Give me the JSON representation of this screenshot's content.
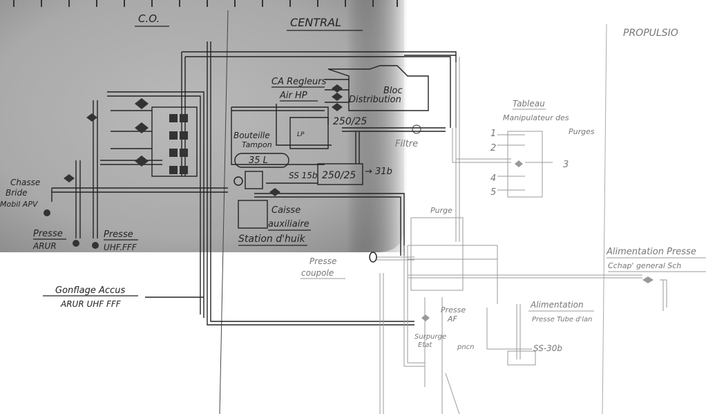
{
  "sections": {
    "co": "C.O.",
    "central": "CENTRAL",
    "propulsion": "PROPULSIO"
  },
  "labels": {
    "chasse": [
      "Chasse",
      "Bride",
      "Mobil APV"
    ],
    "presse_arur": [
      "Presse",
      "ARUR"
    ],
    "presse_uhf": [
      "Presse",
      "UHF.FFF"
    ],
    "gonflage": [
      "Gonflage Accus",
      "ARUR UHF FFF"
    ],
    "ca_regleurs": "CA Regleurs",
    "air_hp": "Air HP",
    "bloc": [
      "Bloc",
      "Distribution"
    ],
    "bouteille": [
      "Bouteille",
      "Tampon"
    ],
    "tank_volume": "35 L",
    "detendeur_top": "250/25",
    "detendeur_box": "250/25",
    "output_31b": "→ 31b",
    "ss15b": "SS 15b",
    "caisse": [
      "Caisse",
      "auxiliaire"
    ],
    "station": "Station d'huik",
    "filtre": "Filtre",
    "lp_box": "LP",
    "presse_coupole": [
      "Presse",
      "coupole"
    ],
    "purge": "Purge",
    "presse_af": [
      "Presse",
      "AF"
    ],
    "purge_bottom": [
      "Surpurge",
      "Etat",
      "pncn"
    ],
    "tableau": [
      "Tableau",
      "Manipulateur des",
      "Purges"
    ],
    "tableau_numbers": [
      "1",
      "2",
      "3",
      "4",
      "5"
    ],
    "alimentation_presse": [
      "Alimentation Presse",
      "Cchap' general Sch"
    ],
    "alimentation_tube": [
      "Alimentation",
      "Presse Tube d'lan"
    ],
    "ss30b": "SS-30b"
  }
}
